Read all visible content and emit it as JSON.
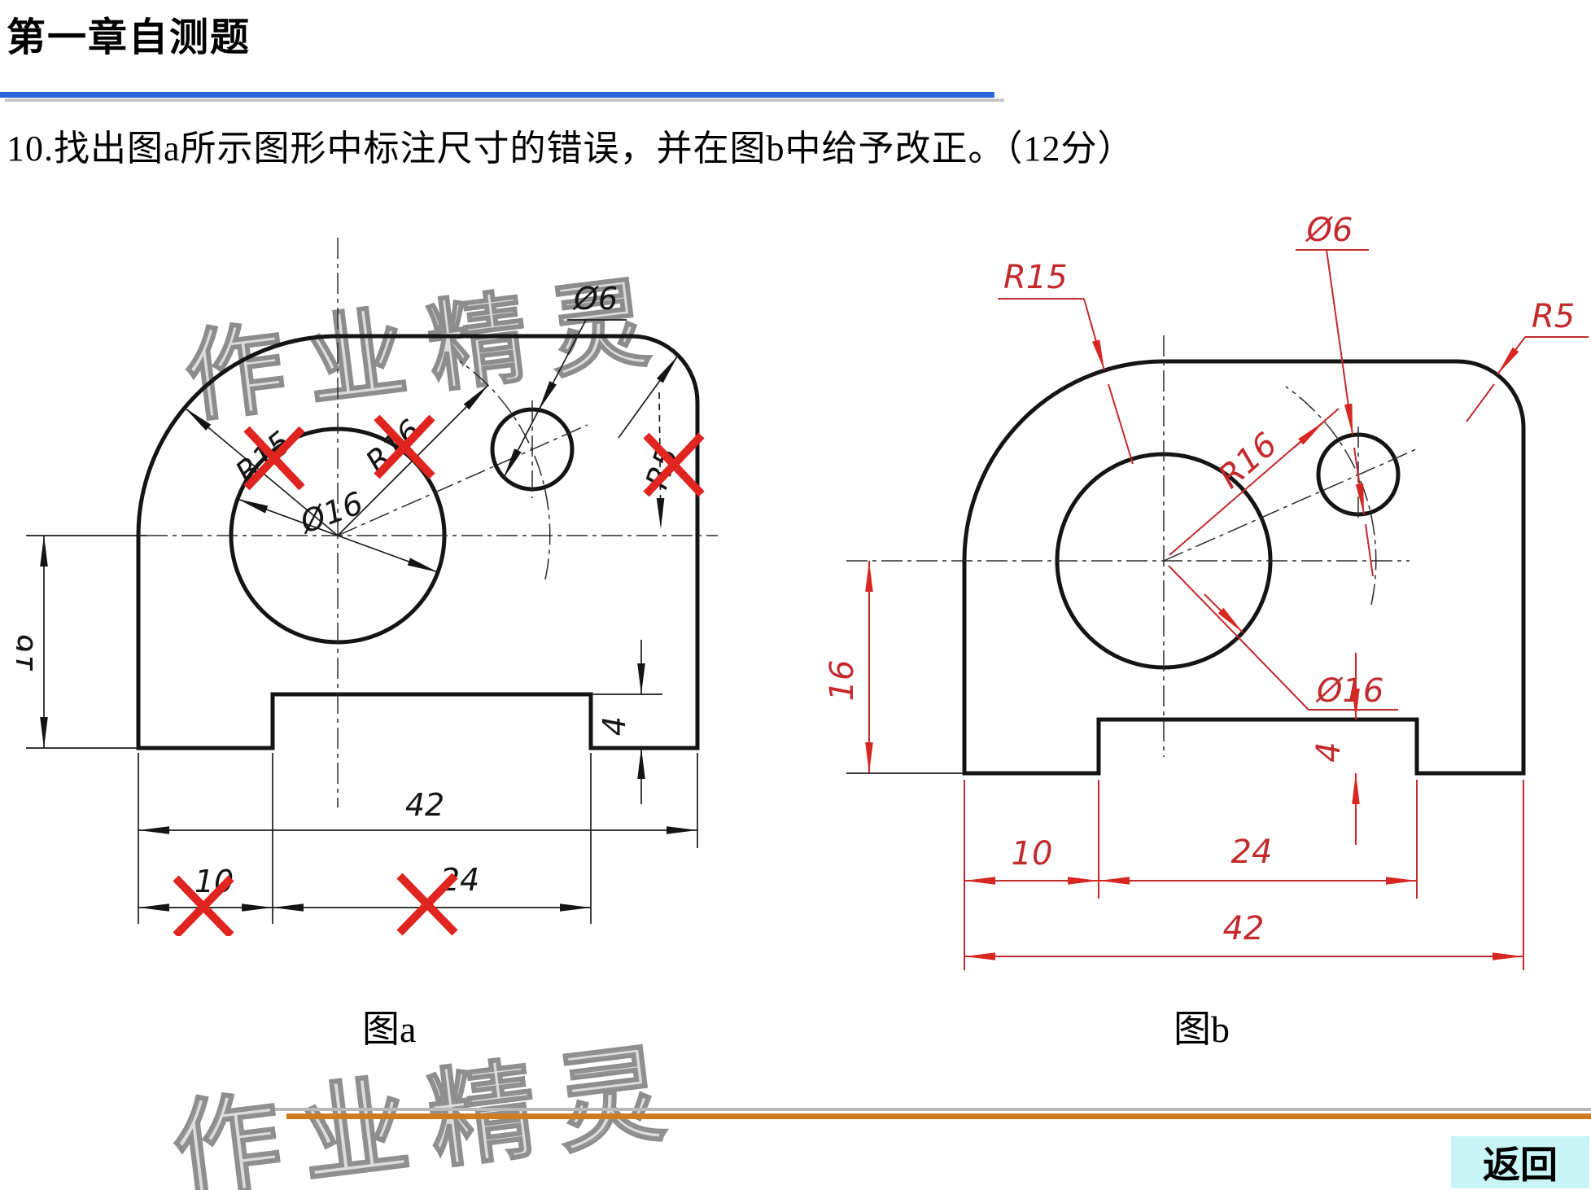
{
  "header": {
    "title": "第一章自测题"
  },
  "question": {
    "text": "10.找出图a所示图形中标注尺寸的错误，并在图b中给予改正。（12分）"
  },
  "watermark": {
    "text": "作业精灵"
  },
  "figure_a": {
    "caption": "图a",
    "dims": {
      "d16": "16",
      "d42": "42",
      "d10": "10",
      "d24": "24",
      "d4": "4",
      "dia16": "Ø16",
      "dia6": "Ø6",
      "r15": "R15",
      "r16": "R16",
      "r5": "R5"
    }
  },
  "figure_b": {
    "caption": "图b",
    "dims": {
      "r15": "R15",
      "dia6": "Ø6",
      "r5": "R5",
      "r16": "R16",
      "dia16": "Ø16",
      "d16": "16",
      "d4": "4",
      "d10": "10",
      "d24": "24",
      "d42": "42"
    }
  },
  "footer": {
    "back_label": "返回"
  },
  "colors": {
    "accent_blue": "#2a64d9",
    "dim_red": "#c22a2c",
    "cross_red": "#e02420",
    "orange_line": "#cf7b22",
    "bottom_gray": "#b9b9b9",
    "back_button_bg": "#c9f5f6"
  }
}
